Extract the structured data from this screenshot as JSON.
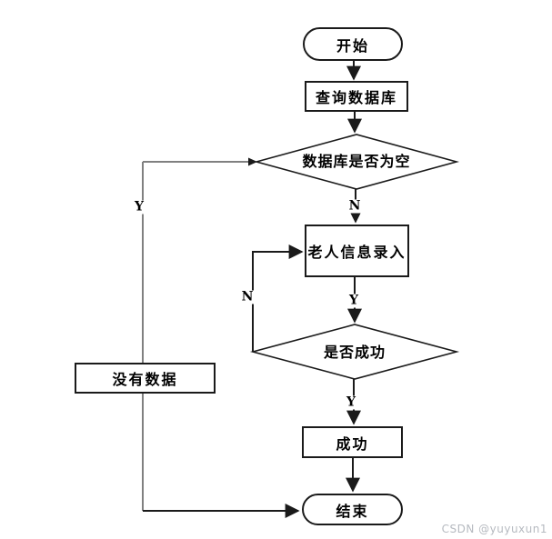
{
  "diagram": {
    "type": "flowchart",
    "nodes": {
      "start": {
        "label": "开始",
        "shape": "terminator"
      },
      "query_db": {
        "label": "查询数据库",
        "shape": "process"
      },
      "db_empty": {
        "label": "数据库是否为空",
        "shape": "decision"
      },
      "elder_entry": {
        "label": "老人信息录入",
        "shape": "process"
      },
      "is_success": {
        "label": "是否成功",
        "shape": "decision"
      },
      "no_data": {
        "label": "没有数据",
        "shape": "process"
      },
      "success": {
        "label": "成功",
        "shape": "process"
      },
      "end": {
        "label": "结束",
        "shape": "terminator"
      }
    },
    "edge_labels": {
      "db_empty_yes": "Y",
      "db_empty_no": "N",
      "entry_down": "Y",
      "is_success_no": "N",
      "is_success_yes": "Y"
    },
    "colors": {
      "background": "#ffffff",
      "line": "#1a1a1a",
      "left_branch_line": "#808080",
      "text": "#000000",
      "watermark": "#b6bac0"
    }
  },
  "watermark": {
    "text": "CSDN @yuyuxun1"
  }
}
